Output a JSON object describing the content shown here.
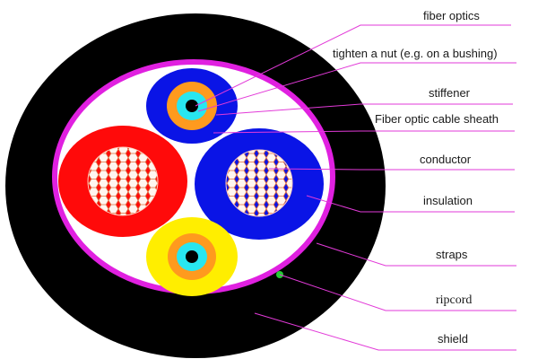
{
  "labels": {
    "fiber_optics": "fiber optics",
    "tighten_nut": "tighten a nut (e.g. on a bushing)",
    "stiffener": "stiffener",
    "sheath": "Fiber optic cable sheath",
    "conductor": "conductor",
    "insulation": "insulation",
    "straps": "straps",
    "ripcord": "ripcord",
    "shield": "shield"
  },
  "colors": {
    "outer_jacket": "#000000",
    "sheath_ring": "#e020e0",
    "filler": "#ffffff",
    "blue": "#0a14e6",
    "red": "#ff0a0a",
    "yellow": "#ffee00",
    "orange": "#ff9a1e",
    "cyan": "#28e6f0",
    "strand": "#e06a3a",
    "ripcord_dot": "#22cc33",
    "leader": "#e23ad8"
  }
}
